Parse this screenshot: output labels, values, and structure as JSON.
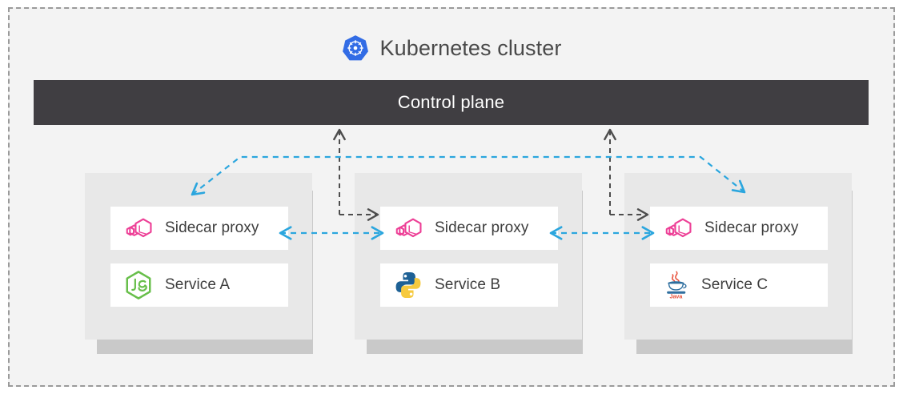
{
  "cluster": {
    "title": "Kubernetes cluster",
    "icon": "kubernetes-icon",
    "boundary_style": "dashed",
    "boundary_color": "#9a9a9a",
    "background_color": "#f3f3f3"
  },
  "control_plane": {
    "label": "Control plane",
    "background_color": "#403e42",
    "text_color": "#ffffff"
  },
  "pods": [
    {
      "id": "pod-a",
      "sidecar": {
        "label": "Sidecar proxy",
        "icon": "envoy-icon",
        "icon_color": "#ed3f96"
      },
      "service": {
        "label": "Service A",
        "icon": "nodejs-icon",
        "icon_color": "#68bf4b"
      }
    },
    {
      "id": "pod-b",
      "sidecar": {
        "label": "Sidecar proxy",
        "icon": "envoy-icon",
        "icon_color": "#ed3f96"
      },
      "service": {
        "label": "Service B",
        "icon": "python-icon",
        "icon_color": "#1e6195"
      }
    },
    {
      "id": "pod-c",
      "sidecar": {
        "label": "Sidecar proxy",
        "icon": "envoy-icon",
        "icon_color": "#ed3f96"
      },
      "service": {
        "label": "Service C",
        "icon": "java-icon",
        "icon_color": "#e76f56"
      }
    }
  ],
  "connectors": {
    "control_color": "#4d4d4d",
    "data_color": "#2ba6de",
    "control_links": [
      {
        "from": "pod-a-sidecar",
        "to": "control-plane",
        "style": "dashed",
        "direction": "up"
      },
      {
        "from": "control-plane",
        "to": "pod-b-sidecar",
        "style": "dashed",
        "direction": "right"
      },
      {
        "from": "pod-b-sidecar",
        "to": "control-plane",
        "style": "dashed",
        "direction": "up"
      },
      {
        "from": "control-plane",
        "to": "pod-c-sidecar",
        "style": "dashed",
        "direction": "right"
      }
    ],
    "data_links": [
      {
        "from": "pod-a-sidecar",
        "to": "pod-b-sidecar",
        "style": "dashed",
        "direction": "both"
      },
      {
        "from": "pod-b-sidecar",
        "to": "pod-c-sidecar",
        "style": "dashed",
        "direction": "both"
      },
      {
        "from": "pod-a-sidecar",
        "to": "pod-c-sidecar",
        "style": "dashed",
        "direction": "both",
        "routing": "over-top"
      }
    ]
  }
}
